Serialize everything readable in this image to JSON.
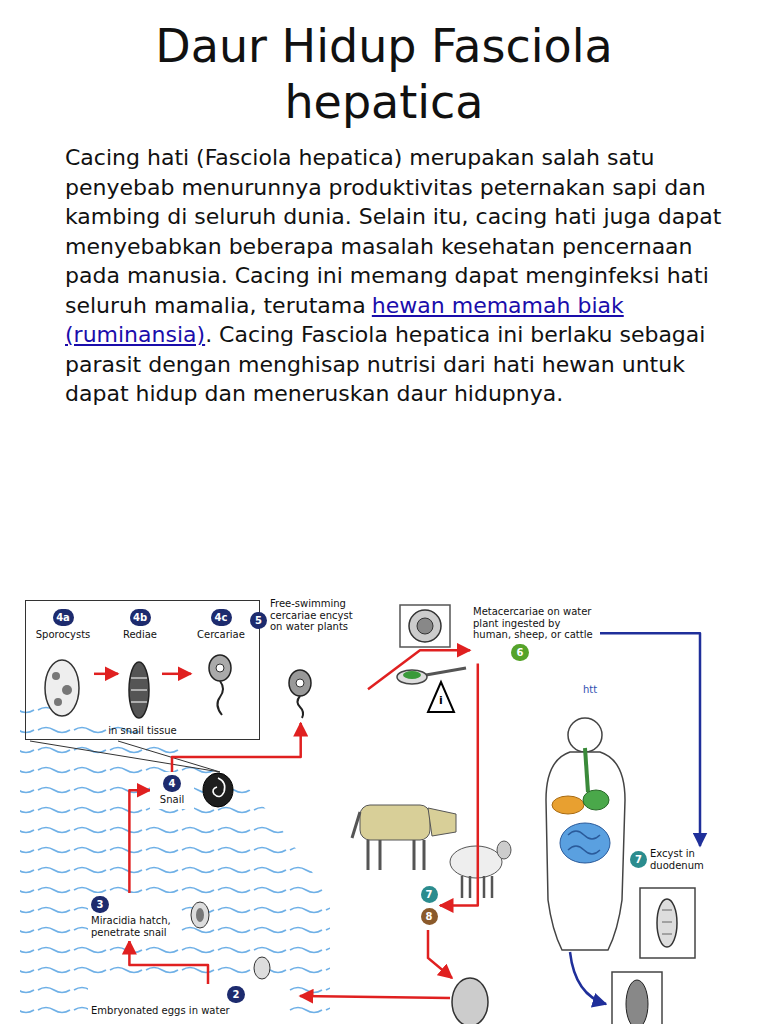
{
  "diagram": {
    "title": "Daur Hidup Fasciola hepatica",
    "nodes": [
      {
        "text": [
          "in snail tissue"
        ]
      },
      {
        "text": [
          "4a",
          "Sporocysts"
        ],
        "in": 0
      },
      {
        "text": [
          "4b",
          "Rediae"
        ],
        "in": 0
      },
      {
        "text": [
          "4c",
          "Cercariae"
        ],
        "in": 0
      },
      {
        "text": [
          "5",
          "Free-swimming cercariae encyst on water plants"
        ]
      },
      {
        "text": [
          "Metacercariae on water plant ingested by human, sheep, or cattle",
          "6"
        ]
      },
      {
        "text": [
          "7",
          "Excyst in duodenum"
        ]
      },
      {
        "text": [
          "4",
          "Snail"
        ]
      },
      {
        "text": [
          "3",
          "Miracidia hatch, penetrate snail"
        ]
      },
      {
        "text": [
          "2",
          "Embryonated eggs in water"
        ]
      },
      {
        "text": [
          "7",
          "8"
        ]
      }
    ],
    "edges": [
      {
        "from": 1,
        "to": 2,
        "arrow": "to"
      },
      {
        "from": 2,
        "to": 3,
        "arrow": "to"
      },
      {
        "from": 4,
        "to": 5,
        "arrow": "to"
      },
      {
        "from": 5,
        "to": 6,
        "arrow": "to"
      },
      {
        "from": 5,
        "to": 10,
        "arrow": "to"
      },
      {
        "from": 9,
        "to": 8,
        "arrow": "to"
      },
      {
        "from": 8,
        "to": 7,
        "arrow": "to"
      },
      {
        "from": 7,
        "to": 4,
        "arrow": "to"
      }
    ],
    "labels": [
      "Cacing hati (Fasciola hepatica) merupakan salah satu penyebab menurunnya produktivitas peternakan sapi dan kambing di seluruh dunia. Selain itu, cacing hati juga dapat menyebabkan beberapa masalah kesehatan pencernaan pada manusia. Cacing ini memang dapat menginfeksi hati seluruh mamalia, terutama",
      "hewan memamah biak (ruminansia)",
      ". Cacing Fasciola hepatica ini berlaku sebagai parasit dengan menghisap nutrisi dari hati hewan untuk dapat hidup dan meneruskan daur hidupnya.",
      "i",
      "htt"
    ]
  }
}
